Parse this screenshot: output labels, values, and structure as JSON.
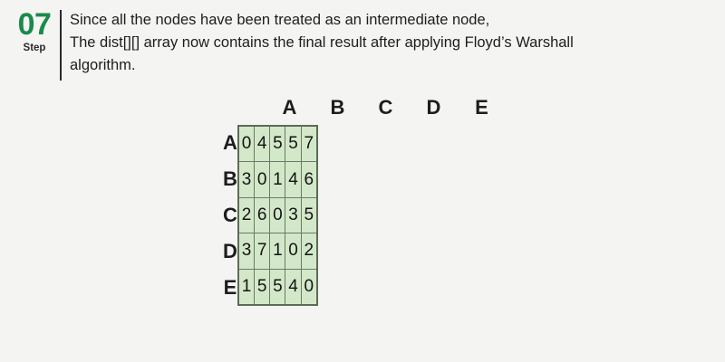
{
  "step": {
    "number": "07",
    "label": "Step"
  },
  "description": {
    "lines": [
      "Since all the nodes have been treated as an intermediate node,",
      "The dist[][] array now contains the final result after applying Floyd’s Warshall",
      "algorithm."
    ]
  },
  "matrix": {
    "column_headers": [
      "A",
      "B",
      "C",
      "D",
      "E"
    ],
    "row_headers": [
      "A",
      "B",
      "C",
      "D",
      "E"
    ],
    "rows": [
      [
        "0",
        "4",
        "5",
        "5",
        "7"
      ],
      [
        "3",
        "0",
        "1",
        "4",
        "6"
      ],
      [
        "2",
        "6",
        "0",
        "3",
        "5"
      ],
      [
        "3",
        "7",
        "1",
        "0",
        "2"
      ],
      [
        "1",
        "5",
        "5",
        "4",
        "0"
      ]
    ]
  },
  "colors": {
    "background": "#f4f4f3",
    "step_green": "#1a8a4a",
    "cell_fill": "#d3e8c8",
    "cell_border": "#6b7a68",
    "table_border": "#5c6b59",
    "text": "#1d1d1d"
  }
}
